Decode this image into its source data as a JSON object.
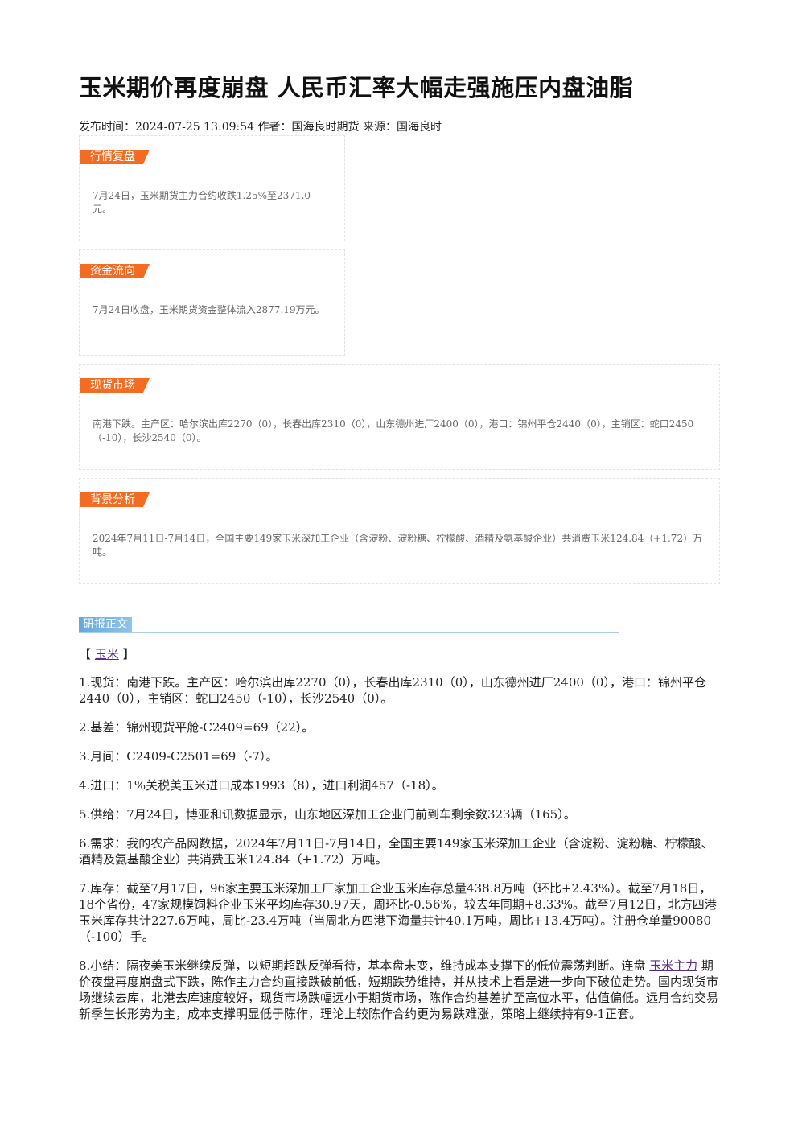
{
  "article": {
    "title": "玉米期价再度崩盘 人民币汇率大幅走强施压内盘油脂",
    "meta": "发布时间：2024-07-25 13:09:54 作者：国海良时期货 来源：国海良时"
  },
  "summary_boxes": [
    {
      "label": "行情复盘",
      "text": "7月24日，玉米期货主力合约收跌1.25%至2371.0元。"
    },
    {
      "label": "资金流向",
      "text": "7月24日收盘，玉米期货资金整体流入2877.19万元。"
    },
    {
      "label": "现货市场",
      "text": "南港下跌。主产区：哈尔滨出库2270（0），长春出库2310（0），山东德州进厂2400（0），港口：锦州平仓2440（0），主销区：蛇口2450（-10），长沙2540（0）。"
    },
    {
      "label": "背景分析",
      "text": "2024年7月11日-7月14日，全国主要149家玉米深加工企业（含淀粉、淀粉糖、柠檬酸、酒精及氨基酸企业）共消费玉米124.84（+1.72）万吨。"
    }
  ],
  "report": {
    "section_label": "研报正文",
    "tag_open": "【",
    "tag_link": "玉米",
    "tag_close": "】",
    "paragraphs": [
      "1.现货：南港下跌。主产区：哈尔滨出库2270（0），长春出库2310（0），山东德州进厂2400（0），港口：锦州平仓2440（0），主销区：蛇口2450（-10），长沙2540（0）。",
      "2.基差：锦州现货平舱-C2409=69（22）。",
      "3.月间：C2409-C2501=69（-7）。",
      "4.进口：1%关税美玉米进口成本1993（8），进口利润457（-18）。",
      "5.供给：7月24日，博亚和讯数据显示，山东地区深加工企业门前到车剩余数323辆（165）。",
      "6.需求：我的农产品网数据，2024年7月11日-7月14日，全国主要149家玉米深加工企业（含淀粉、淀粉糖、柠檬酸、酒精及氨基酸企业）共消费玉米124.84（+1.72）万吨。",
      "7.库存：截至7月17日，96家主要玉米深加工厂家加工企业玉米库存总量438.8万吨（环比+2.43%）。截至7月18日，18个省份，47家规模饲料企业玉米平均库存30.97天，周环比-0.56%，较去年同期+8.33%。截至7月12日，北方四港玉米库存共计227.6万吨，周比-23.4万吨（当周北方四港下海量共计40.1万吨，周比+13.4万吨）。注册仓单量90080（-100）手。"
    ],
    "p8_before": "8.小结：隔夜美玉米继续反弹，以短期超跌反弹看待，基本盘未变，维持成本支撑下的低位震荡判断。连盘",
    "p8_link": "玉米主力",
    "p8_after": "期价夜盘再度崩盘式下跌，陈作主力合约直接跌破前低，短期跌势维持，并从技术上看是进一步向下破位走势。国内现货市场继续去库，北港去库速度较好，现货市场跌幅远小于期货市场，陈作合约基差扩至高位水平，估值偏低。远月合约交易新季生长形势为主，成本支撑明显低于陈作，理论上较陈作合约更为易跌难涨，策略上继续持有9-1正套。"
  }
}
